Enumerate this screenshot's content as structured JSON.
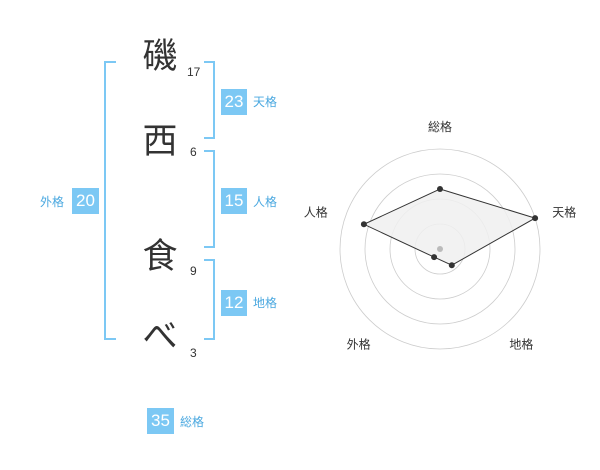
{
  "name": {
    "chars": [
      {
        "char": "磯",
        "strokes": "17"
      },
      {
        "char": "西",
        "strokes": "6"
      },
      {
        "char": "食",
        "strokes": "9"
      },
      {
        "char": "べ",
        "strokes": "3"
      }
    ]
  },
  "fortune": {
    "tenkaku": {
      "value": "23",
      "label": "天格"
    },
    "jinkaku": {
      "value": "15",
      "label": "人格"
    },
    "chikaku": {
      "value": "12",
      "label": "地格"
    },
    "gaikaku": {
      "value": "20",
      "label": "外格"
    },
    "soukaku": {
      "value": "35",
      "label": "総格"
    }
  },
  "chart_data": {
    "type": "radar",
    "axes": [
      "総格",
      "天格",
      "地格",
      "外格",
      "人格"
    ],
    "values": [
      3,
      5,
      1,
      0.5,
      4
    ],
    "max": 5,
    "rings": 4,
    "colors": {
      "fill": "#f0f0f0",
      "line": "#333333",
      "grid": "#cccccc",
      "center": "#bbbbbb"
    }
  }
}
